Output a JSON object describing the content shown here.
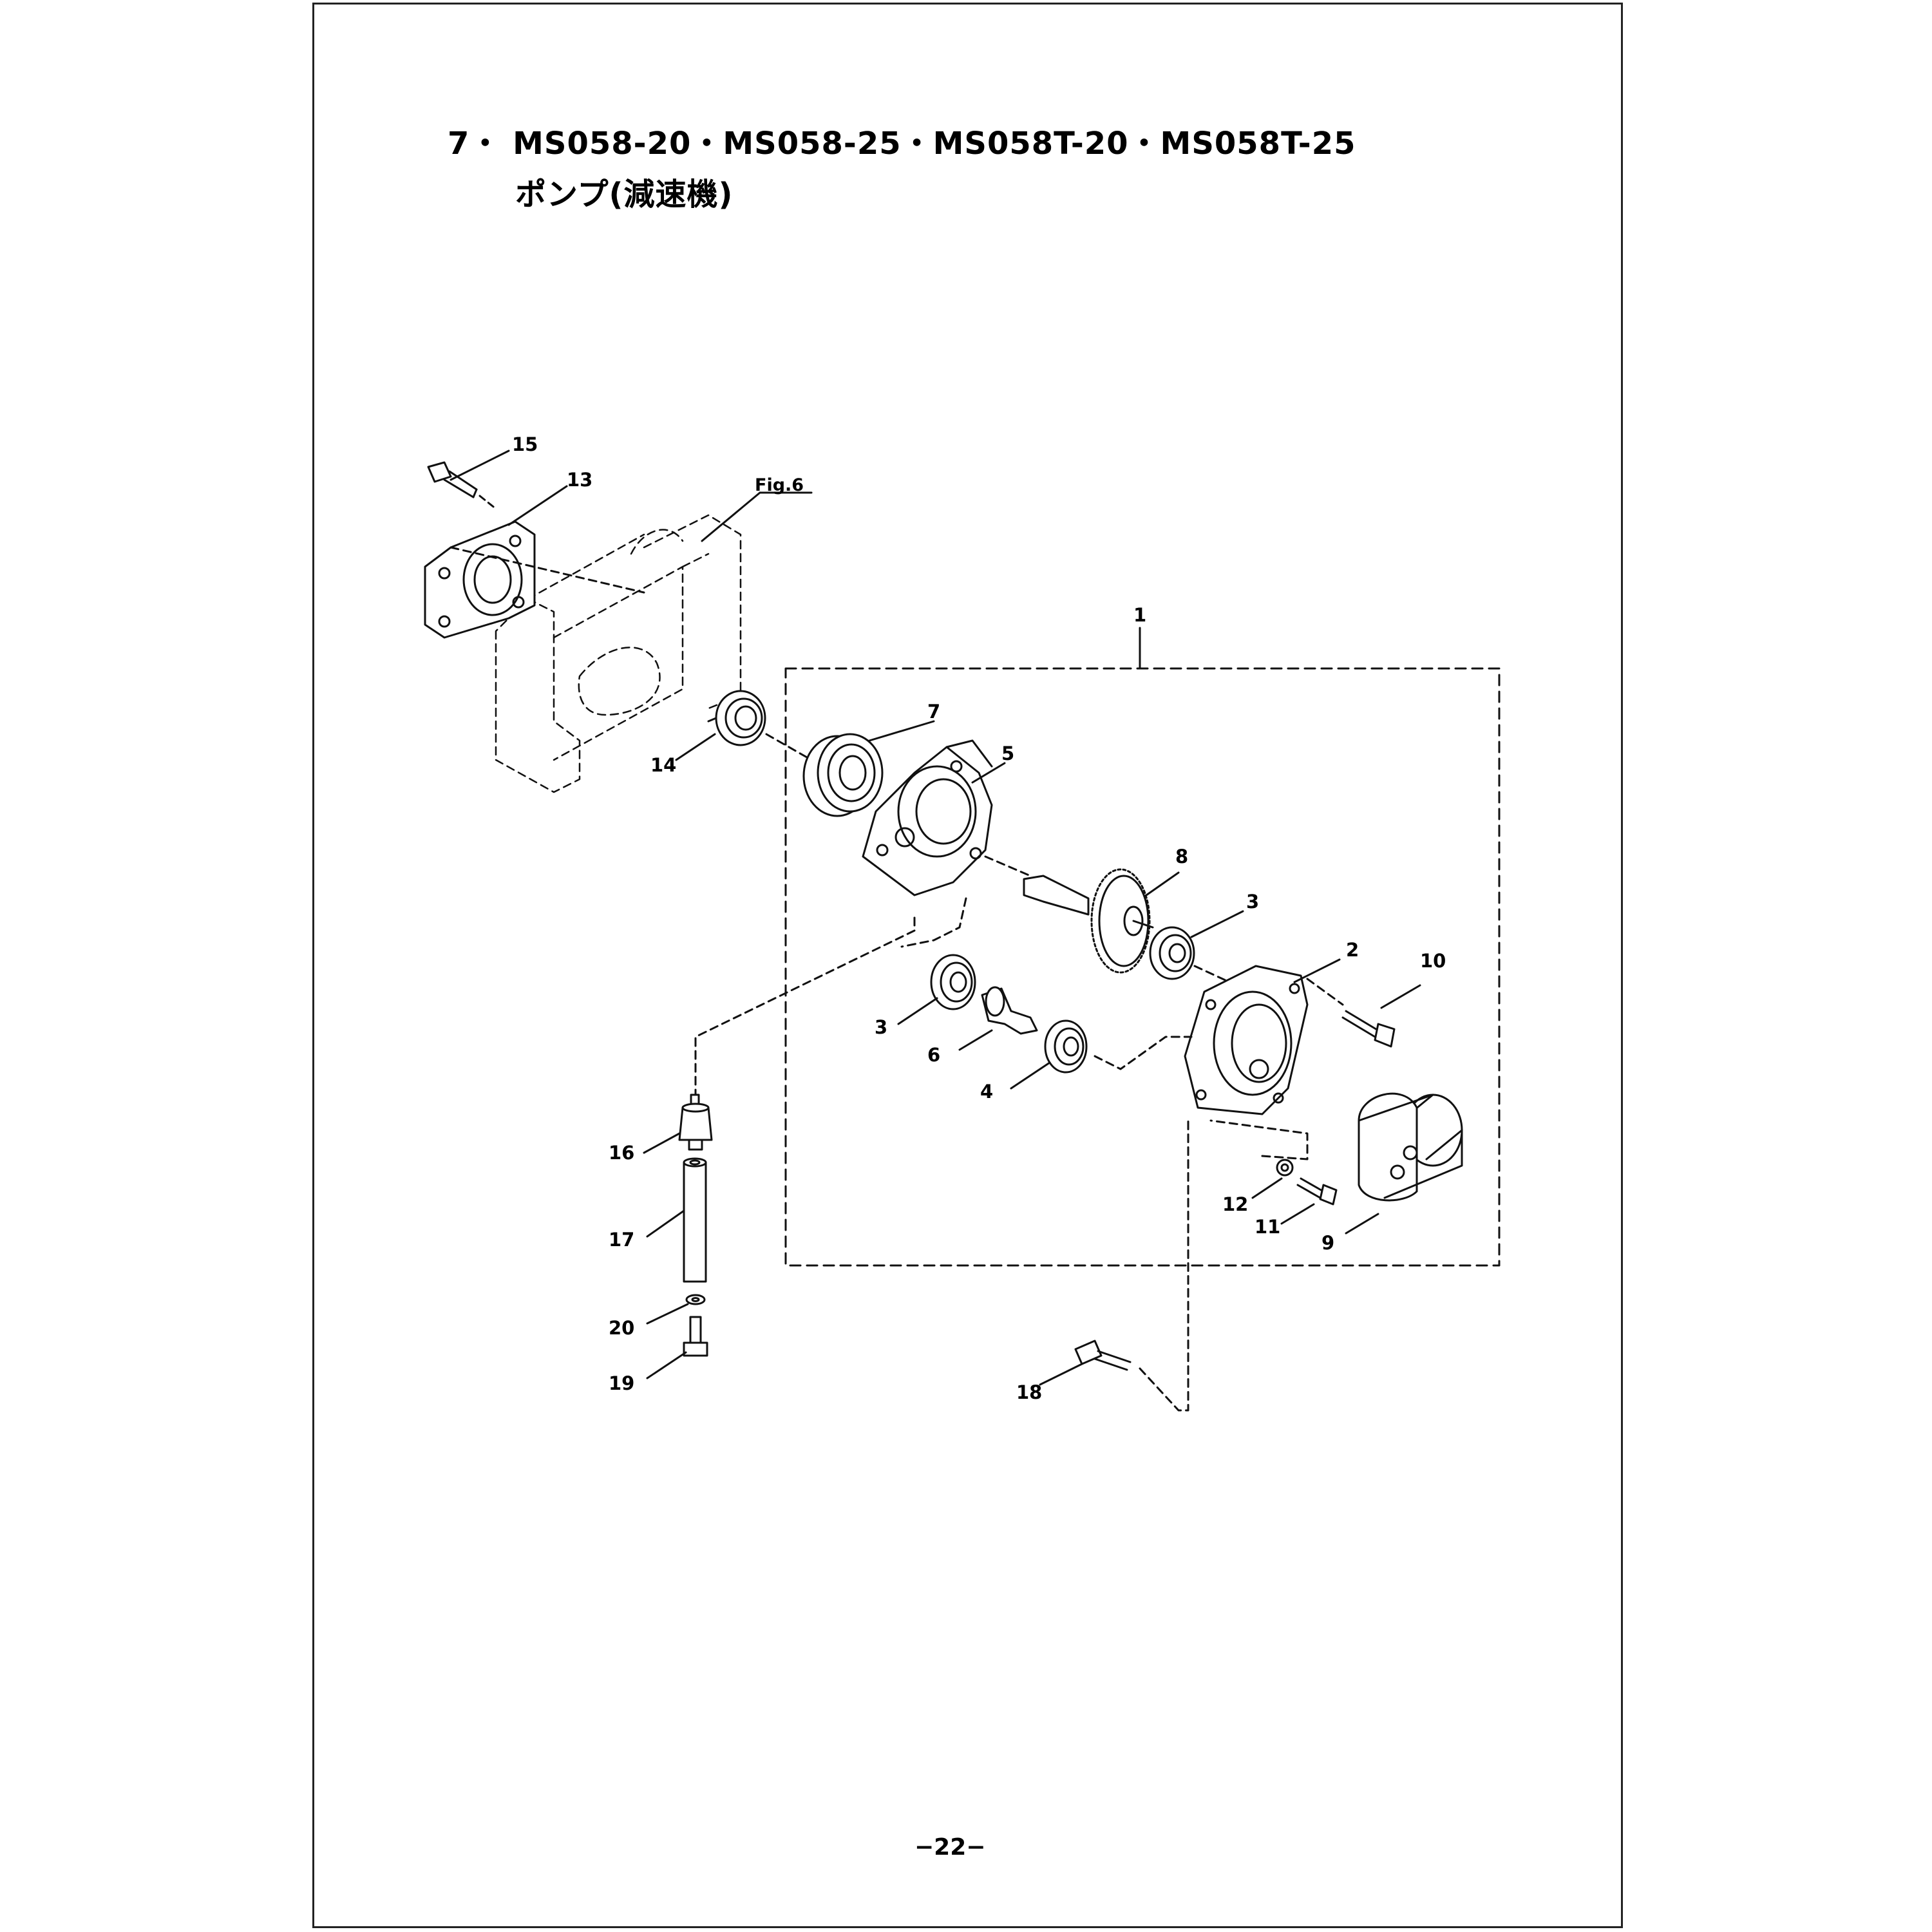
{
  "title": {
    "line1": "7・ MS058-20・MS058-25・MS058T-20・MS058T-25",
    "line2": "ポンプ(減速機)"
  },
  "figure_reference": "Fig.6",
  "page_number": "−22−",
  "part_labels": {
    "p1": "1",
    "p2": "2",
    "p3a": "3",
    "p3b": "3",
    "p4": "4",
    "p5": "5",
    "p6": "6",
    "p7": "7",
    "p8": "8",
    "p9": "9",
    "p10": "10",
    "p11": "11",
    "p12": "12",
    "p13": "13",
    "p14": "14",
    "p15": "15",
    "p16": "16",
    "p17": "17",
    "p18": "18",
    "p19": "19",
    "p20": "20"
  }
}
